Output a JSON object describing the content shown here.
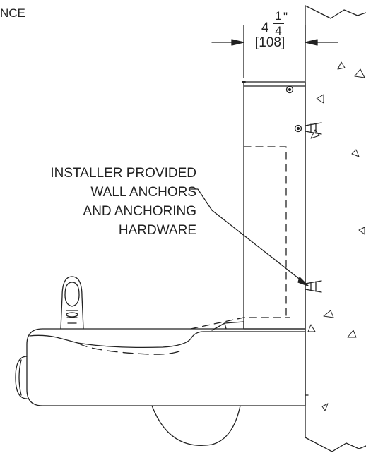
{
  "drawing": {
    "partial_note": "NCE",
    "callout_lines": [
      "INSTALLER PROVIDED",
      "WALL ANCHORS",
      "AND ANCHORING",
      "HARDWARE"
    ],
    "dimension": {
      "whole": "4",
      "fraction_numerator": "1",
      "fraction_denominator": "4",
      "unit_mark": "\"",
      "metric": "[108]"
    }
  },
  "colors": {
    "line": "#222222",
    "background": "#ffffff"
  }
}
